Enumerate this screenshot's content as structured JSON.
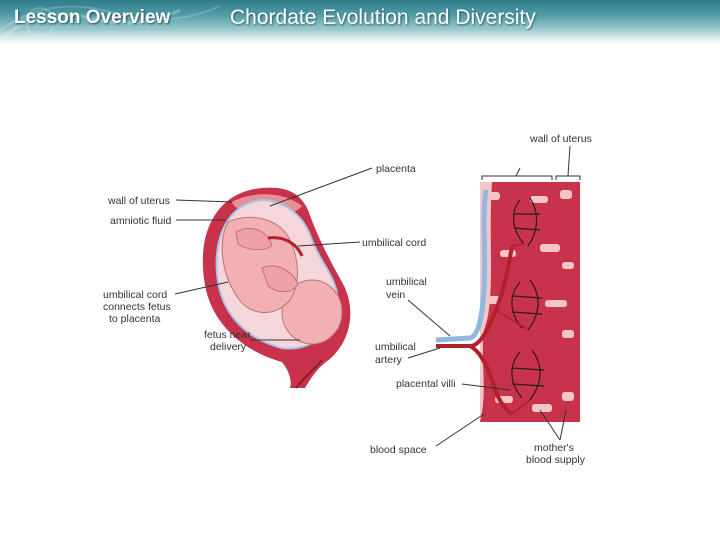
{
  "header": {
    "lesson_label": "Lesson Overview",
    "title": "Chordate Evolution and Diversity"
  },
  "diagram": {
    "labels": {
      "wall_of_uterus_left": "wall of uterus",
      "amniotic_fluid": "amniotic fluid",
      "umbilical_cord_connects_1": "umbilical cord",
      "umbilical_cord_connects_2": "connects fetus",
      "umbilical_cord_connects_3": "to placenta",
      "fetus_near_delivery_1": "fetus near",
      "fetus_near_delivery_2": "delivery",
      "placenta": "placenta",
      "umbilical_cord": "umbilical cord",
      "umbilical_vein_1": "umbilical",
      "umbilical_vein_2": "vein",
      "umbilical_artery_1": "umbilical",
      "umbilical_artery_2": "artery",
      "placental_villi": "placental villi",
      "blood_space": "blood space",
      "wall_of_uterus_right": "wall of uterus",
      "mothers_blood_supply_1": "mother's",
      "mothers_blood_supply_2": "blood supply"
    },
    "colors": {
      "uterus_red": "#c8324a",
      "placenta_pink": "#e8909a",
      "fetus_skin": "#f2b0b4",
      "tissue_light": "#f5c6c8",
      "vein_blue": "#8fb8e0",
      "artery_red": "#b2202c"
    }
  }
}
